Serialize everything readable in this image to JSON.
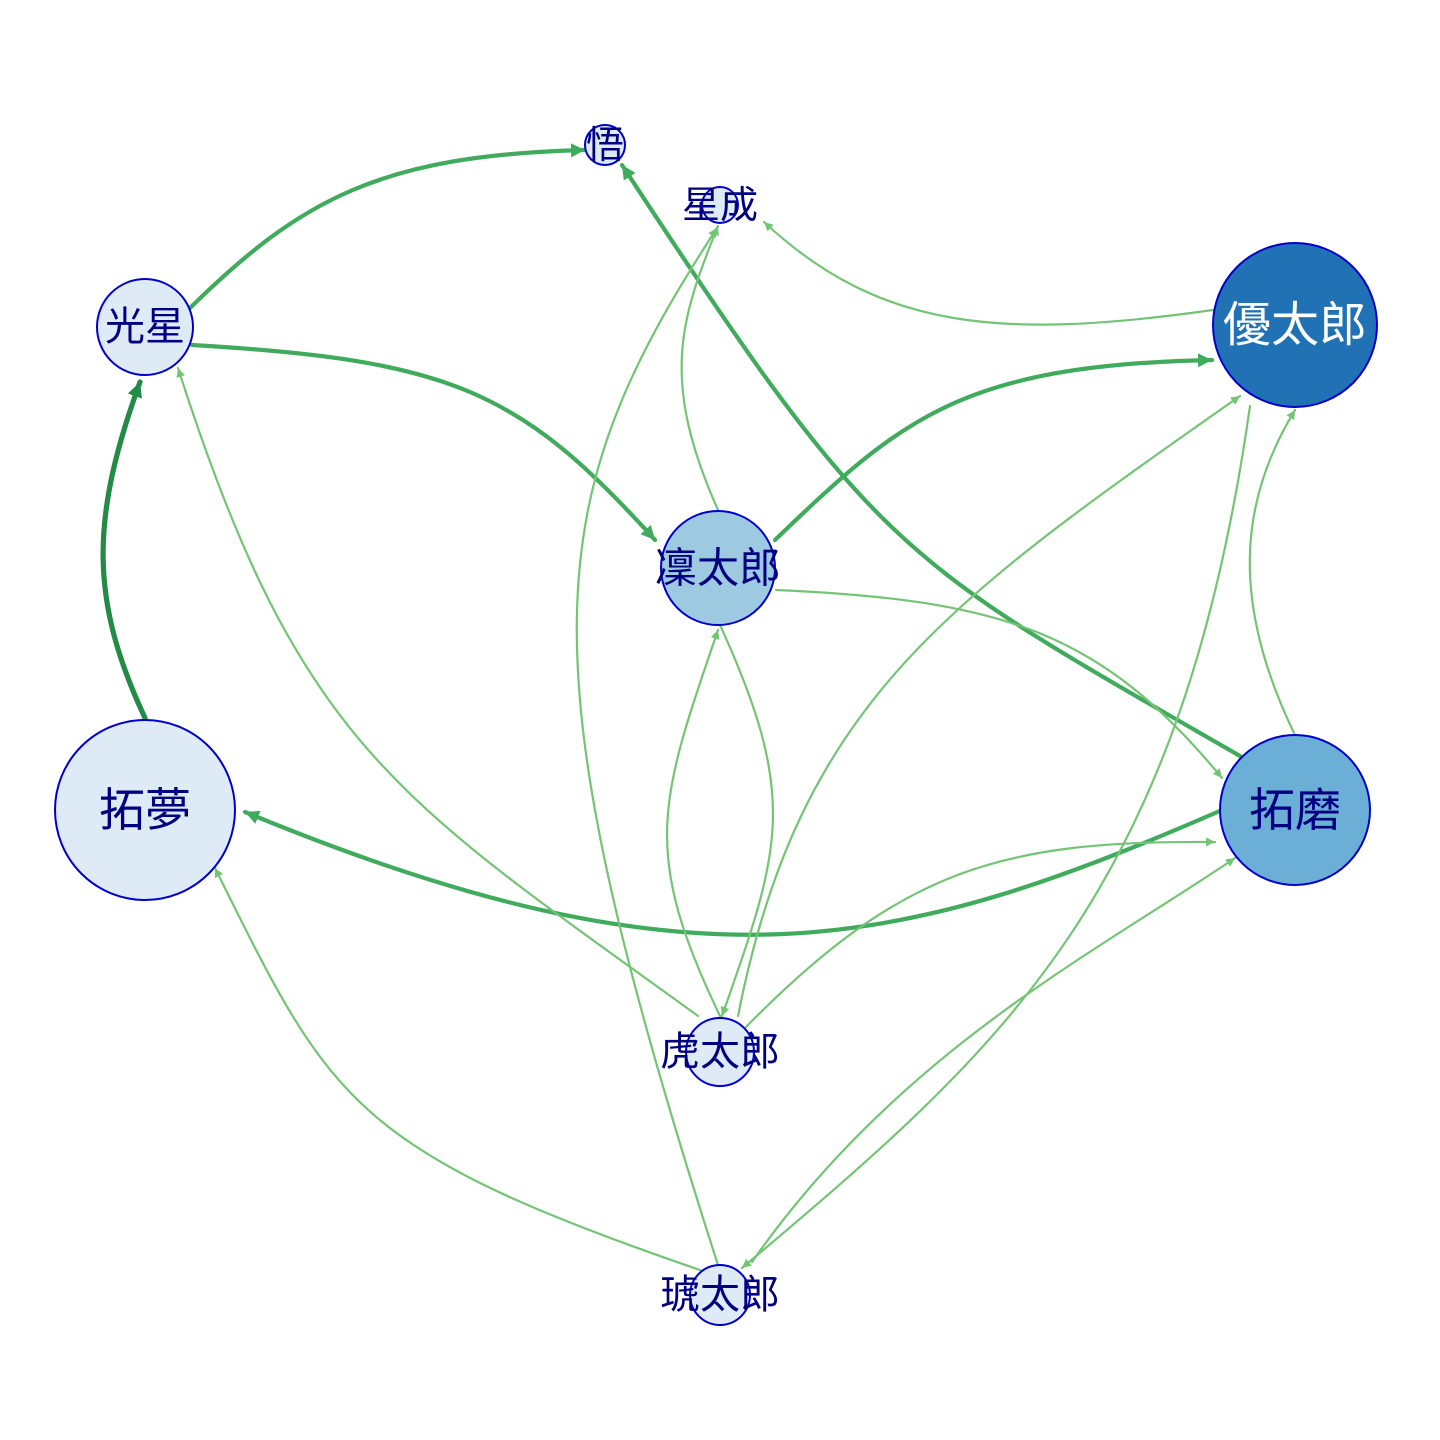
{
  "colors": {
    "node_stroke": "#0000cd",
    "label_dark": "#000080",
    "label_light": "#ffffff",
    "edge_light": "#74c476",
    "edge_mid": "#41ab5d",
    "edge_dark": "#238b45"
  },
  "nodes": [
    {
      "id": "satoru",
      "label": "悟",
      "fill": "#deebf7"
    },
    {
      "id": "seisei",
      "label": "星成",
      "fill": "#deebf7"
    },
    {
      "id": "kousei",
      "label": "光星",
      "fill": "#deebf7"
    },
    {
      "id": "yutaro",
      "label": "優太郎",
      "fill": "#2171b5"
    },
    {
      "id": "rintaro",
      "label": "凜太郎",
      "fill": "#9ecae1"
    },
    {
      "id": "takumu",
      "label": "拓夢",
      "fill": "#deebf7"
    },
    {
      "id": "takuma",
      "label": "拓磨",
      "fill": "#6baed6"
    },
    {
      "id": "kotaro",
      "label": "虎太郎",
      "fill": "#deebf7"
    },
    {
      "id": "kotaro2",
      "label": "琥太郎",
      "fill": "#deebf7"
    }
  ],
  "edges": [
    {
      "from": "kousei",
      "to": "satoru",
      "weight": 2
    },
    {
      "from": "kousei",
      "to": "rintaro",
      "weight": 2
    },
    {
      "from": "takumu",
      "to": "kousei",
      "weight": 3
    },
    {
      "from": "rintaro",
      "to": "yutaro",
      "weight": 2
    },
    {
      "from": "takuma",
      "to": "satoru",
      "weight": 2
    },
    {
      "from": "takuma",
      "to": "takumu",
      "weight": 2
    },
    {
      "from": "yutaro",
      "to": "seisei",
      "weight": 1
    },
    {
      "from": "rintaro",
      "to": "seisei",
      "weight": 1
    },
    {
      "from": "rintaro",
      "to": "takuma",
      "weight": 1
    },
    {
      "from": "rintaro",
      "to": "kotaro",
      "weight": 1
    },
    {
      "from": "kotaro",
      "to": "rintaro",
      "weight": 1
    },
    {
      "from": "kotaro",
      "to": "kousei",
      "weight": 1
    },
    {
      "from": "kotaro",
      "to": "yutaro",
      "weight": 1
    },
    {
      "from": "kotaro",
      "to": "takuma",
      "weight": 1
    },
    {
      "from": "takuma",
      "to": "yutaro",
      "weight": 1
    },
    {
      "from": "kotaro2",
      "to": "seisei",
      "weight": 1
    },
    {
      "from": "kotaro2",
      "to": "takumu",
      "weight": 1
    },
    {
      "from": "kotaro2",
      "to": "takuma",
      "weight": 1
    },
    {
      "from": "yutaro",
      "to": "kotaro2",
      "weight": 1
    }
  ]
}
